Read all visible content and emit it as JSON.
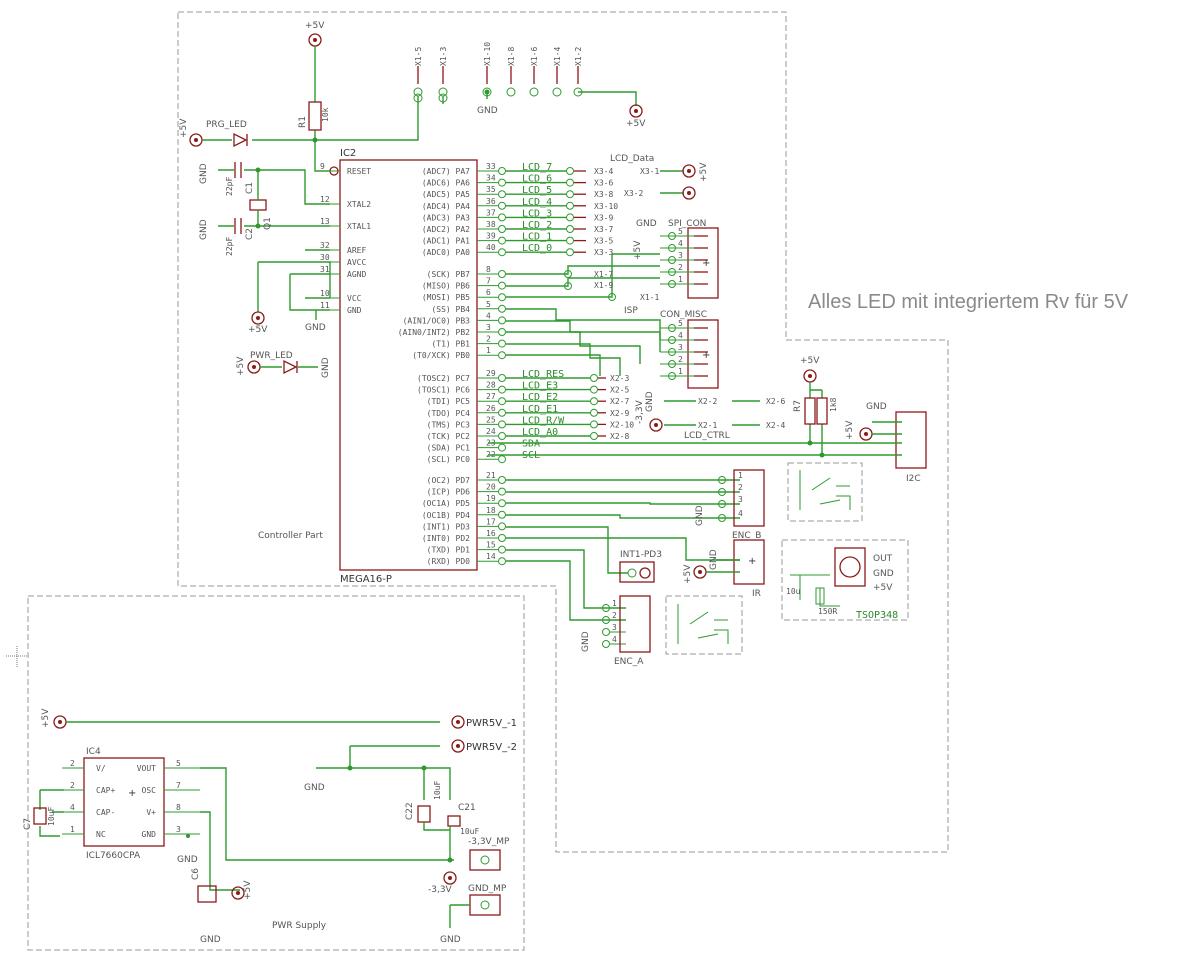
{
  "note": "Alles LED mit integriertem Rv für 5V",
  "sections": {
    "controller": "Controller Part",
    "power": "PWR Supply"
  },
  "ic2": {
    "name": "IC2",
    "part": "MEGA16-P",
    "left_pins": [
      {
        "name": "RESET",
        "num": "9"
      },
      {
        "name": "XTAL2",
        "num": "12"
      },
      {
        "name": "XTAL1",
        "num": "13"
      },
      {
        "name": "AREF",
        "num": "32"
      },
      {
        "name": "AVCC",
        "num": "30"
      },
      {
        "name": "AGND",
        "num": "31"
      },
      {
        "name": "VCC",
        "num": "10"
      },
      {
        "name": "GND",
        "num": "11"
      }
    ],
    "right_pins": [
      {
        "name": "(ADC7) PA7",
        "num": "33"
      },
      {
        "name": "(ADC6) PA6",
        "num": "34"
      },
      {
        "name": "(ADC5) PA5",
        "num": "35"
      },
      {
        "name": "(ADC4) PA4",
        "num": "36"
      },
      {
        "name": "(ADC3) PA3",
        "num": "37"
      },
      {
        "name": "(ADC2) PA2",
        "num": "38"
      },
      {
        "name": "(ADC1) PA1",
        "num": "39"
      },
      {
        "name": "(ADC0) PA0",
        "num": "40"
      },
      {
        "name": "(SCK) PB7",
        "num": "8"
      },
      {
        "name": "(MISO) PB6",
        "num": "7"
      },
      {
        "name": "(MOSI) PB5",
        "num": "6"
      },
      {
        "name": "(SS) PB4",
        "num": "5"
      },
      {
        "name": "(AIN1/OC0) PB3",
        "num": "4"
      },
      {
        "name": "(AIN0/INT2) PB2",
        "num": "3"
      },
      {
        "name": "(T1) PB1",
        "num": "2"
      },
      {
        "name": "(T0/XCK) PB0",
        "num": "1"
      },
      {
        "name": "(TOSC2) PC7",
        "num": "29"
      },
      {
        "name": "(TOSC1) PC6",
        "num": "28"
      },
      {
        "name": "(TDI) PC5",
        "num": "27"
      },
      {
        "name": "(TDO) PC4",
        "num": "26"
      },
      {
        "name": "(TMS) PC3",
        "num": "25"
      },
      {
        "name": "(TCK) PC2",
        "num": "24"
      },
      {
        "name": "(SDA) PC1",
        "num": "23"
      },
      {
        "name": "(SCL) PC0",
        "num": "22"
      },
      {
        "name": "(OC2) PD7",
        "num": "21"
      },
      {
        "name": "(ICP) PD6",
        "num": "20"
      },
      {
        "name": "(OC1A) PD5",
        "num": "19"
      },
      {
        "name": "(OC1B) PD4",
        "num": "18"
      },
      {
        "name": "(INT1) PD3",
        "num": "17"
      },
      {
        "name": "(INT0) PD2",
        "num": "16"
      },
      {
        "name": "(TXD) PD1",
        "num": "15"
      },
      {
        "name": "(RXD) PD0",
        "num": "14"
      }
    ]
  },
  "nets": {
    "pa": [
      "LCD_7",
      "LCD_6",
      "LCD_5",
      "LCD_4",
      "LCD_3",
      "LCD_2",
      "LCD_1",
      "LCD_0"
    ],
    "pc": [
      "LCD_RES",
      "LCD_E3",
      "LCD_E2",
      "LCD_E1",
      "LCD_R/W",
      "LCD_A0",
      "SDA",
      "SCL"
    ]
  },
  "x_labels": {
    "pa": [
      "X3-4",
      "X3-6",
      "X3-8",
      "X3-10",
      "X3-9",
      "X3-7",
      "X3-5",
      "X3-3"
    ],
    "pc": [
      "X2-3",
      "X2-5",
      "X2-7",
      "X2-9",
      "X2-10",
      "X2-8"
    ],
    "top": [
      "X1-5",
      "X1-3",
      "X1-10",
      "X1-8",
      "X1-6",
      "X1-4",
      "X1-2"
    ],
    "isp": [
      "X1-7",
      "X1-9",
      "X1-1"
    ],
    "lcd_ctrl": [
      "X2-2",
      "X2-6",
      "X2-1",
      "X2-4"
    ],
    "lcd_data": [
      "X3-1",
      "X3-2"
    ]
  },
  "labels": {
    "plus5v": "+5V",
    "gnd": "GND",
    "minus33": "-3,3V",
    "r1": "R1",
    "r1_val": "10k",
    "prg_led": "PRG_LED",
    "pwr_led": "PWR_LED",
    "c_22pf": "22pF",
    "c2": "C2",
    "c1": "C1",
    "q": "Q1",
    "lcd_data": "LCD_Data",
    "spi_con": "SPI_CON",
    "con_misc": "CON_MISC",
    "isp": "ISP",
    "lcd_ctrl": "LCD_CTRL",
    "r7": "R7",
    "r8": "1k8",
    "i2c": "I2C",
    "enc_b": "ENC_B",
    "enc_a": "ENC_A",
    "ir": "IR",
    "int1": "INT1-PD3",
    "tsop": "TSOP348",
    "tsop_out": "OUT",
    "tsop_gnd": "GND",
    "tsop_vcc": "+5V",
    "r150": "150R",
    "c10u": "10u",
    "ic4": "IC4",
    "ic4_part": "ICL7660CPA",
    "ic4_pins": [
      "V/",
      "CAP+",
      "CAP-",
      "NC",
      "VOUT",
      "OSC",
      "V+",
      "GND"
    ],
    "ic4_nums": [
      "2",
      "2",
      "4",
      "1",
      "5",
      "7",
      "8",
      "3"
    ],
    "pwr1": "PWR5V_-1",
    "pwr2": "PWR5V_-2",
    "c21": "C21",
    "c21_val": "10uF",
    "c22": "C22",
    "c22_val": "10uF",
    "c6": "C6",
    "c7": "C7",
    "c7_val": "10uF",
    "mp33": "-3,3V_MP",
    "mpgnd": "GND_MP",
    "conn_nums": [
      "5",
      "4",
      "3",
      "2",
      "1"
    ],
    "pin_marks": [
      "1",
      "2",
      "3",
      "4"
    ]
  }
}
